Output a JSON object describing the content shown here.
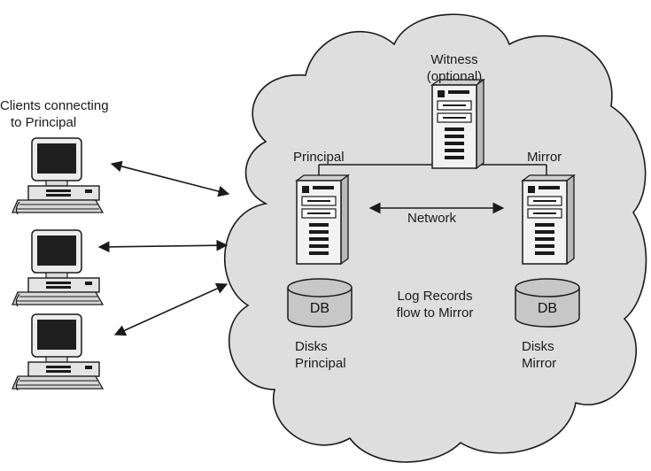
{
  "clients": {
    "title_line1": "Clients connecting",
    "title_line2": "to Principal"
  },
  "witness": {
    "line1": "Witness",
    "line2": "(optional)"
  },
  "principal": {
    "label": "Principal",
    "db_label": "DB",
    "disks_line1": "Disks",
    "disks_line2": "Principal"
  },
  "mirror": {
    "label": "Mirror",
    "db_label": "DB",
    "disks_line1": "Disks",
    "disks_line2": "Mirror"
  },
  "network": {
    "label": "Network"
  },
  "log": {
    "line1": "Log Records",
    "line2": "flow to Mirror"
  },
  "colors": {
    "cloud_fill": "#dedede",
    "db_fill": "#c7c7c7",
    "line": "#1a1a1a"
  }
}
